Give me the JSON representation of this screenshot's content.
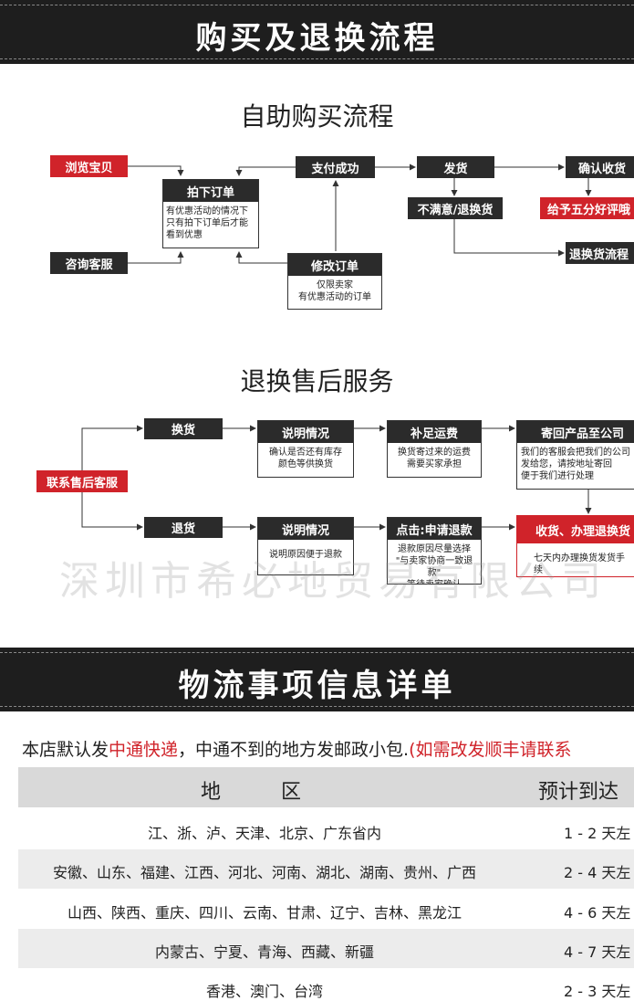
{
  "banner1": {
    "title": "购买及退换流程"
  },
  "purchase": {
    "title": "自助购买流程",
    "browse": "浏览宝贝",
    "consult": "咨询客服",
    "order_title": "拍下订单",
    "order_note": "有优惠活动的情况下\n只有拍下订单后才能\n看到优惠",
    "pay_success": "支付成功",
    "modify_title": "修改订单",
    "modify_note": "仅限卖家\n有优惠活动的订单",
    "ship": "发货",
    "unsatisfied": "不满意/退换货",
    "confirm": "确认收货",
    "five_star": "给予五分好评哦",
    "return_flow": "退换货流程"
  },
  "aftersale": {
    "title": "退换售后服务",
    "contact": "联系售后客服",
    "exchange": "换货",
    "refund": "退货",
    "explain1_title": "说明情况",
    "explain1_note": "确认是否还有库存\n颜色等供换货",
    "shipping_title": "补足运费",
    "shipping_note": "换货寄过来的运费\n需要买家承担",
    "sendback_title": "寄回产品至公司",
    "sendback_note": "我们的客服会把我们的公司\n发给您，请按地址寄回\n便于我们进行处理",
    "explain2_title": "说明情况",
    "explain2_note": "说明原因便于退款",
    "apply_title": "点击:申请退款",
    "apply_note": "退款原因尽量选择\n\"与卖家协商一致退款\"\n等待卖家确认",
    "receive_title": "收货、办理退换货",
    "receive_note": "七天内办理换货发货手续"
  },
  "watermark": "深圳市希必地贸易有限公司",
  "banner2": {
    "title": "物流事项信息详单"
  },
  "logistics": {
    "note_a": "本店默认发",
    "note_b": "中通快递",
    "note_c": "，中通不到的地方发邮政小包.",
    "note_d": "(如需改发顺丰请联系",
    "header_region": "地　　　区",
    "header_days": "预计到达",
    "rows": [
      {
        "region": "江、浙、泸、天津、北京、广东省内",
        "days": "1 - 2 天左"
      },
      {
        "region": "安徽、山东、福建、江西、河北、河南、湖北、湖南、贵州、广西",
        "days": "2 - 4 天左"
      },
      {
        "region": "山西、陕西、重庆、四川、云南、甘肃、辽宁、吉林、黑龙江",
        "days": "4 - 6 天左"
      },
      {
        "region": "内蒙古、宁夏、青海、西藏、新疆",
        "days": "4 - 7 天左"
      },
      {
        "region": "香港、澳门、台湾",
        "days": "2 - 3 天左"
      }
    ]
  }
}
